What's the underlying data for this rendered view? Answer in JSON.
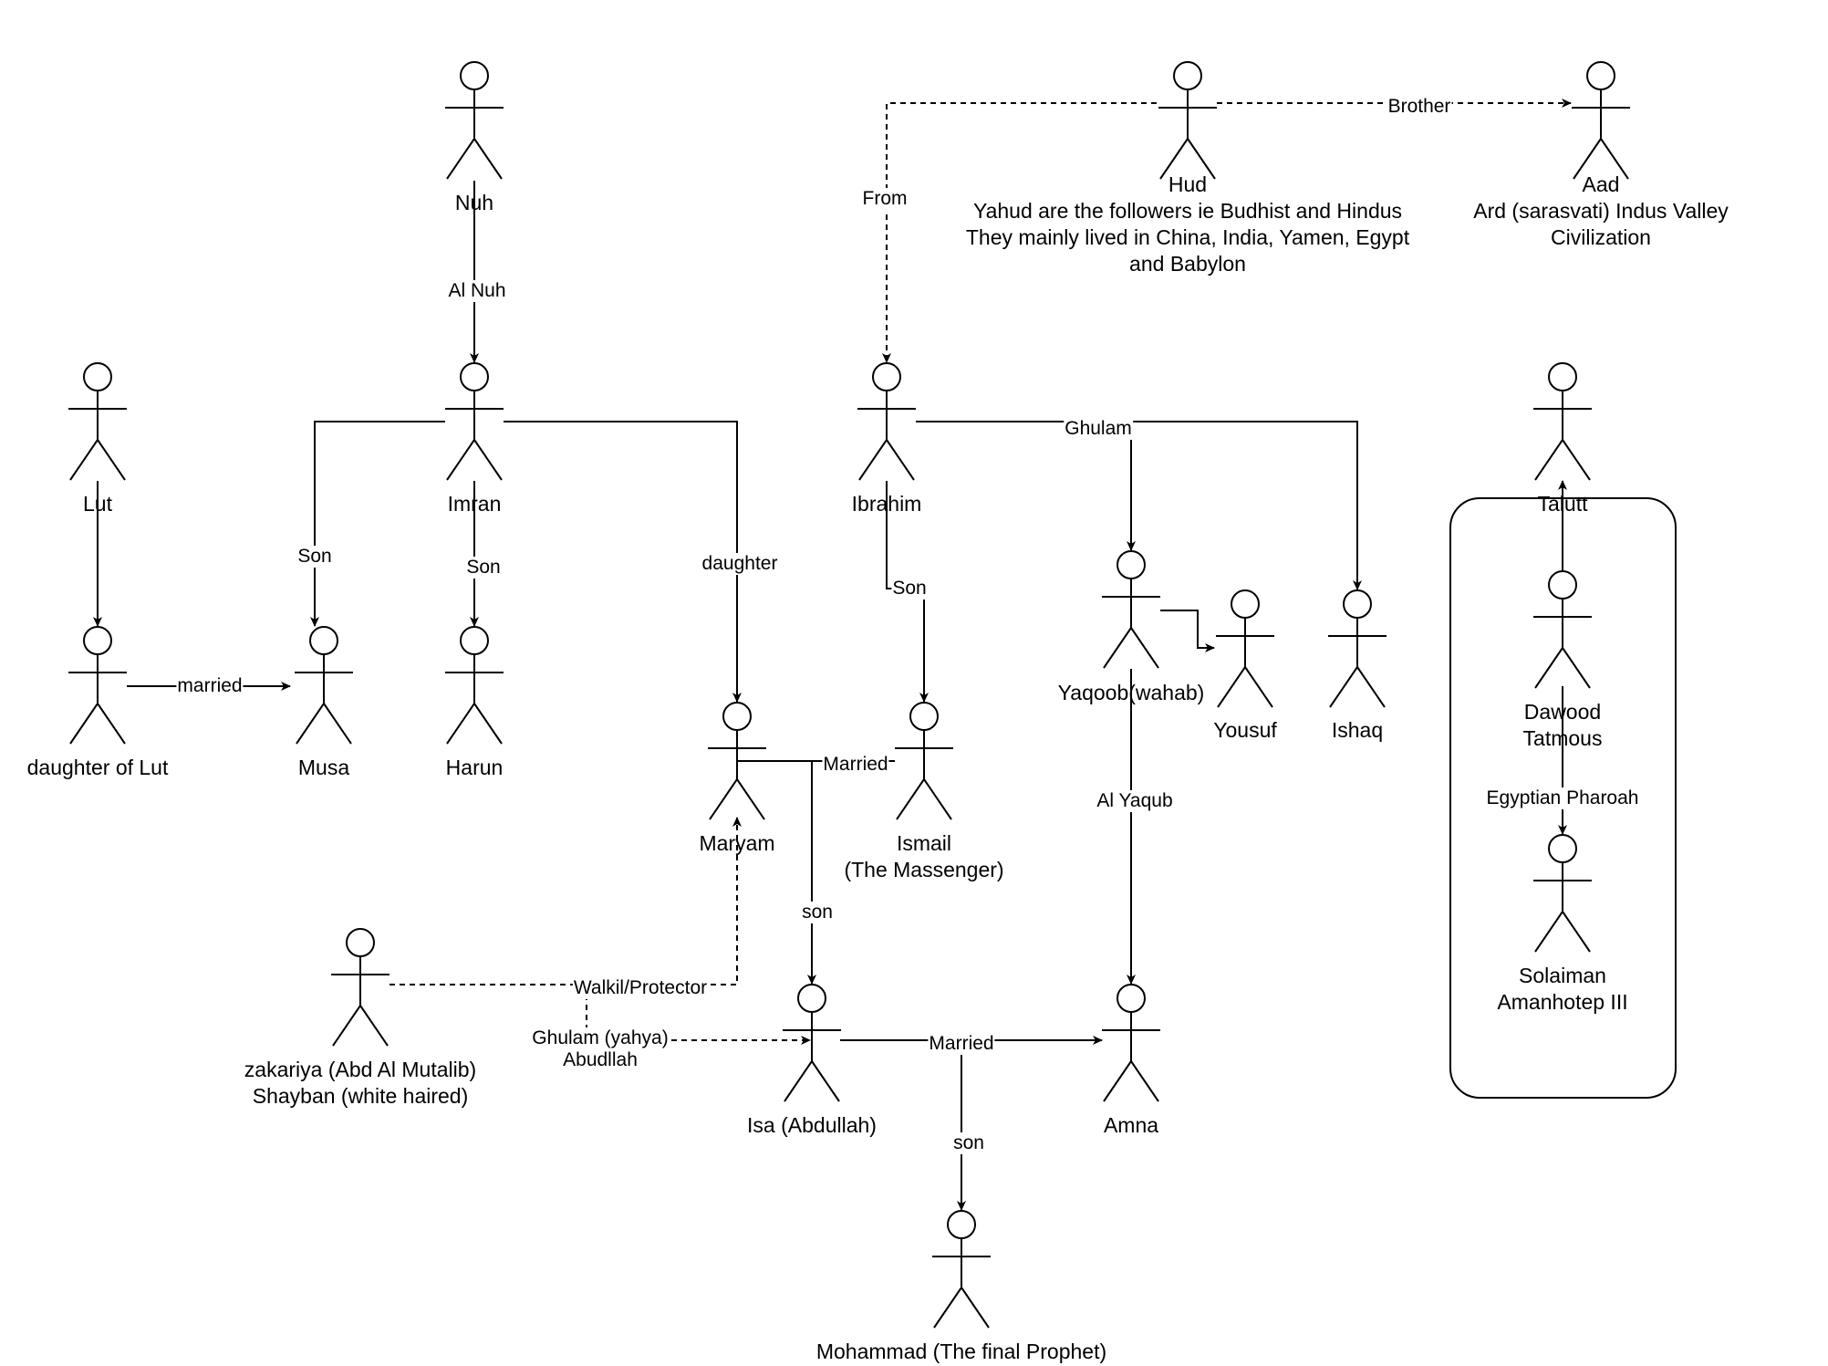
{
  "actors": {
    "nuh": "Nuh",
    "hud": [
      "Hud",
      "Yahud are the followers ie Budhist and Hindus",
      "They mainly lived in China, India, Yamen, Egypt",
      "and Babylon"
    ],
    "aad": [
      "Aad",
      "Ard (sarasvati) Indus Valley",
      "Civilization"
    ],
    "lut": "Lut",
    "imran": "Imran",
    "ibrahim": "Ibrahim",
    "talutt": "Talutt",
    "daughter_of_lut": "daughter of Lut",
    "musa": "Musa",
    "harun": "Harun",
    "maryam": "Maryam",
    "ismail": [
      "Ismail",
      "(The Massenger)"
    ],
    "yaqoob": "Yaqoob(wahab)",
    "yousuf": "Yousuf",
    "ishaq": "Ishaq",
    "dawood": [
      "Dawood",
      "Tatmous"
    ],
    "solaiman": [
      "Solaiman",
      "Amanhotep III"
    ],
    "zakariya": [
      "zakariya (Abd Al Mutalib)",
      "Shayban (white haired)"
    ],
    "isa": "Isa (Abdullah)",
    "amna": "Amna",
    "mohammad": "Mohammad (The final Prophet)"
  },
  "edges": {
    "hud_aad": "Brother",
    "hud_ibrahim": "From",
    "nuh_imran": "Al Nuh",
    "imran_musa": "Son",
    "imran_harun": "Son",
    "imran_maryam": "daughter",
    "ibrahim_yaqoob": "Ghulam",
    "ibrahim_ismail": "Son",
    "daughter_musa": "married",
    "maryam_ismail": "Married",
    "yaqoob_amna": "Al Yaqub",
    "dawood_solaiman": "Egyptian Pharoah",
    "maryam_isa": "son",
    "zakariya_maryam": "Walkil/Protector",
    "ghulam": [
      "Ghulam (yahya)",
      "Abudllah"
    ],
    "isa_amna": "Married",
    "married_mohammad": "son"
  }
}
